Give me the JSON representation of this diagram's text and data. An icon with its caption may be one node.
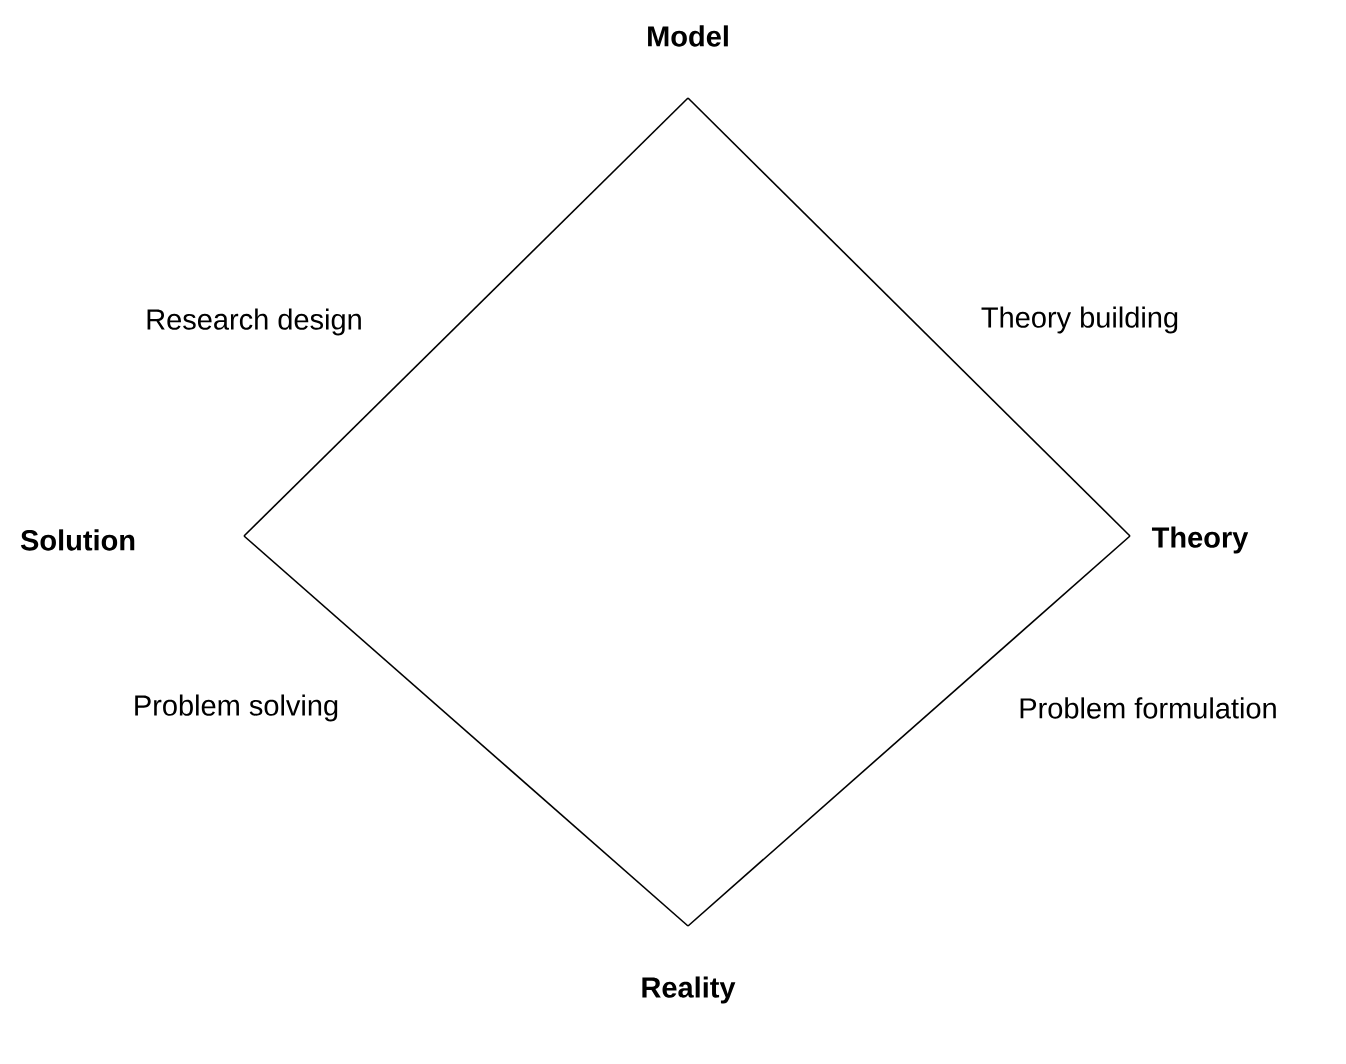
{
  "diagram": {
    "nodes": [
      {
        "text": [
          "Model"
        ]
      },
      {
        "text": [
          "Theory"
        ]
      },
      {
        "text": [
          "Reality"
        ]
      },
      {
        "text": [
          "Solution"
        ]
      }
    ],
    "edges": [
      {
        "from": 0,
        "to": 1,
        "arrow": "none",
        "label": "Theory building"
      },
      {
        "from": 1,
        "to": 2,
        "arrow": "none",
        "label": "Problem formulation"
      },
      {
        "from": 2,
        "to": 3,
        "arrow": "none",
        "label": "Problem solving"
      },
      {
        "from": 3,
        "to": 0,
        "arrow": "none",
        "label": "Research design"
      }
    ]
  }
}
